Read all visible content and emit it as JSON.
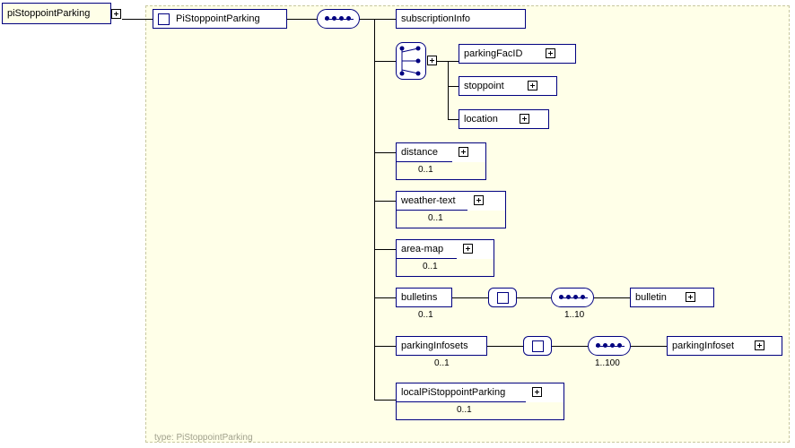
{
  "diagram": {
    "type": "xml-schema-tree",
    "root_label": "piStoppointParking",
    "group_type_label": "type: PiStoppointParking",
    "root_node": {
      "label": "PiStoppointParking",
      "icon": "element-square-icon",
      "expander": "plus-icon"
    },
    "nodes": [
      {
        "label": "subscriptionInfo",
        "occurrence": "",
        "has_plus": true
      },
      {
        "label": "parkingFacID",
        "occurrence": "",
        "has_plus": true
      },
      {
        "label": "stoppoint",
        "occurrence": "",
        "has_plus": true
      },
      {
        "label": "location",
        "occurrence": "",
        "has_plus": true
      },
      {
        "label": "distance",
        "occurrence": "0..1",
        "has_plus": true
      },
      {
        "label": "weather-text",
        "occurrence": "0..1",
        "has_plus": true
      },
      {
        "label": "area-map",
        "occurrence": "0..1",
        "has_plus": true
      },
      {
        "label": "bulletins",
        "occurrence": "0..1",
        "has_plus": false
      },
      {
        "label": "bulletin",
        "occurrence": "1..10",
        "has_plus": true
      },
      {
        "label": "parkingInfosets",
        "occurrence": "0..1",
        "has_plus": false
      },
      {
        "label": "parkingInfoset",
        "occurrence": "1..100",
        "has_plus": true
      },
      {
        "label": "localPiStoppointParking",
        "occurrence": "0..1",
        "has_plus": true
      }
    ],
    "occurrences": {
      "distance": "0..1",
      "weather_text": "0..1",
      "area_map": "0..1",
      "bulletins": "0..1",
      "bulletin": "1..10",
      "parking_infosets": "0..1",
      "parking_infoset": "1..100",
      "local": "0..1"
    },
    "compositors": {
      "sequence_icon": "sequence-compositor-icon",
      "choice_icon": "choice-compositor-icon",
      "repeat_icon": "repeat-compositor-icon"
    },
    "colors": {
      "node_border": "#000080",
      "group_bg": "#ffffe8",
      "group_border": "#c8c8a0",
      "text": "#000000",
      "type_text": "#a0a08c"
    }
  }
}
